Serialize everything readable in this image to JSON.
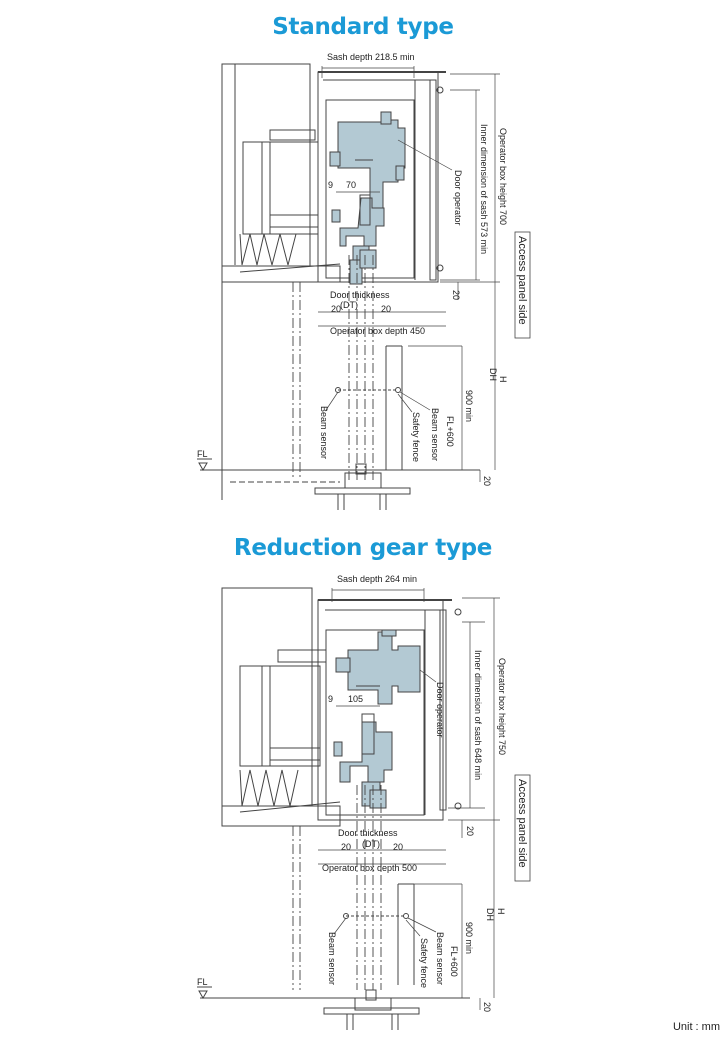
{
  "diagrams": [
    {
      "title": "Standard type",
      "labels": {
        "sash_depth": "Sash depth 218.5 min",
        "operator_box_height": "Operator box height 700",
        "inner_dimension": "Inner dimension of sash 573 min",
        "door_operator": "Door operator",
        "access_panel": "Access panel side",
        "door_thickness": "Door thickness",
        "dt": "(DT)",
        "gap_left": "20",
        "gap_right": "20",
        "operator_box_depth": "Operator box depth 450",
        "dim_9": "9",
        "dim_70": "70",
        "dim_20_top": "20",
        "dh": "DH",
        "h": "H",
        "min_900": "900 min",
        "fl_600": "FL+600",
        "beam_sensor_left": "Beam sensor",
        "beam_sensor_right": "Beam sensor",
        "safety_fence": "Safety fence",
        "fl": "FL",
        "dim_20_bottom": "20"
      }
    },
    {
      "title": "Reduction gear type",
      "labels": {
        "sash_depth": "Sash depth 264 min",
        "operator_box_height": "Operator box height 750",
        "inner_dimension": "Inner dimension of sash 648 min",
        "door_operator": "Door operator",
        "access_panel": "Access panel side",
        "door_thickness": "Door thickness",
        "dt": "(DT)",
        "gap_left": "20",
        "gap_right": "20",
        "operator_box_depth": "Operator box depth 500",
        "dim_9": "9",
        "dim_70": "105",
        "dim_20_top": "20",
        "dh": "DH",
        "h": "H",
        "min_900": "900 min",
        "fl_600": "FL+600",
        "beam_sensor_left": "Beam sensor",
        "beam_sensor_right": "Beam sensor",
        "safety_fence": "Safety fence",
        "fl": "FL",
        "dim_20_bottom": "20"
      }
    }
  ],
  "unit": "Unit : mm",
  "colors": {
    "title": "#1b9ad6",
    "mechanism": "#b3c9d3",
    "line": "#444444"
  }
}
